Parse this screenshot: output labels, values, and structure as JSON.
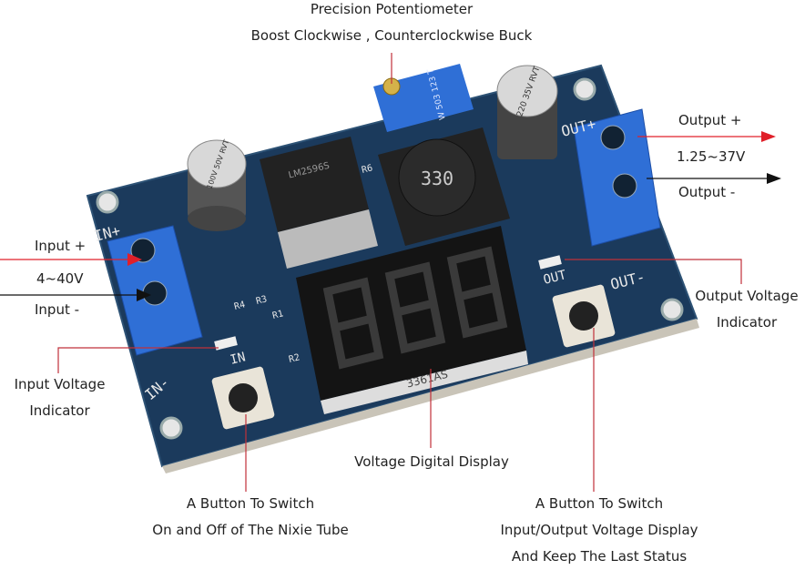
{
  "labels": {
    "potentiometer": [
      "Precision Potentiometer",
      "Boost Clockwise , Counterclockwise Buck"
    ],
    "input_plus": "Input +",
    "input_range": "4~40V",
    "input_minus": "Input -",
    "input_indicator": [
      "Input Voltage",
      "Indicator"
    ],
    "output_plus": "Output +",
    "output_range": "1.25~37V",
    "output_minus": "Output -",
    "output_indicator": [
      "Output Voltage",
      "Indicator"
    ],
    "display": "Voltage Digital Display",
    "button_left": [
      "A Button To Switch",
      "On and Off of The Nixie Tube"
    ],
    "button_right": [
      "A Button To Switch",
      "Input/Output Voltage Display",
      "And Keep The Last Status"
    ]
  },
  "board_silkscreen": {
    "in_plus": "IN+",
    "in_minus": "IN-",
    "out_plus": "OUT+",
    "out_minus": "OUT-",
    "in_led": "IN",
    "out_led": "OUT",
    "inductor": "330",
    "display_part": "3361AS",
    "cap_left": "100V 50V RVT",
    "cap_right": "220 35V RVT",
    "pot_code": "W 503 123 T",
    "ic": "LM2596S",
    "resistors": [
      "R4",
      "R3",
      "R1",
      "R2",
      "R6"
    ]
  },
  "colors": {
    "arrow_plus": "#e0202a",
    "arrow_minus": "#111111",
    "board": "#1b3a5c",
    "terminal": "#2f6fd6",
    "leader_line": "#c0303a"
  }
}
